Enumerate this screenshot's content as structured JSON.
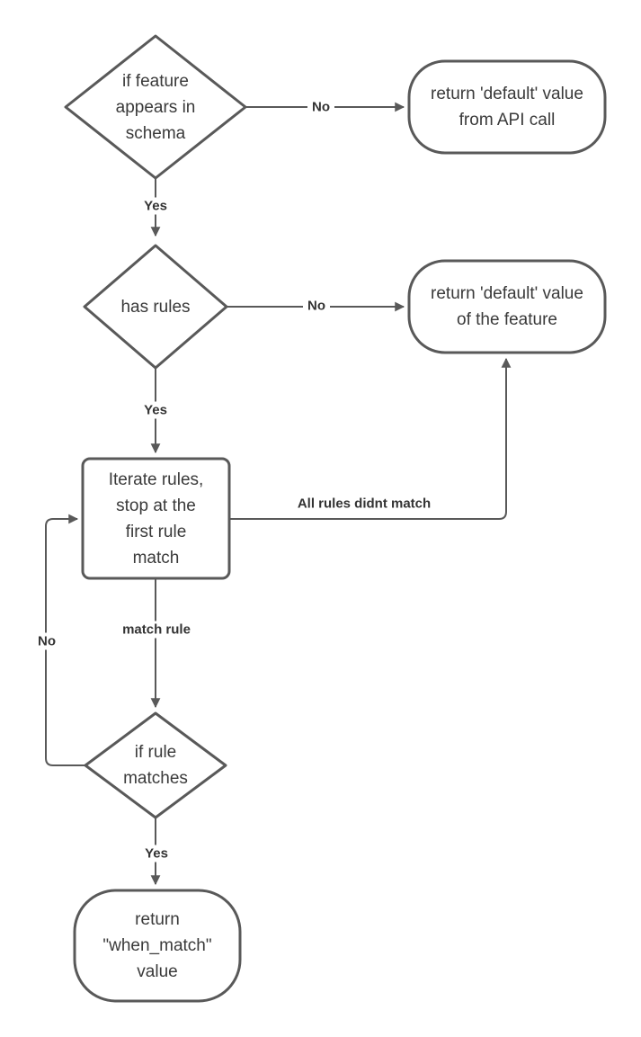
{
  "colors": {
    "shape_stroke": "#595959",
    "connector": "#595959",
    "node_text": "#3a3a3a",
    "edge_label_text": "#333333",
    "background": "#ffffff"
  },
  "nodes": {
    "if_feature_in_schema": {
      "type": "decision",
      "label": "if feature\nappears in\nschema"
    },
    "return_default_api": {
      "type": "terminator",
      "label": "return 'default' value\nfrom API call"
    },
    "has_rules": {
      "type": "decision",
      "label": "has rules"
    },
    "return_default_feature": {
      "type": "terminator",
      "label": "return 'default' value\nof the feature"
    },
    "iterate_rules": {
      "type": "process",
      "label": "Iterate rules,\nstop at the\nfirst rule\nmatch"
    },
    "if_rule_matches": {
      "type": "decision",
      "label": "if rule\nmatches"
    },
    "return_when_match": {
      "type": "terminator",
      "label": "return\n\"when_match\"\nvalue"
    }
  },
  "edges": {
    "feature_no": {
      "label": "No",
      "from": "if_feature_in_schema",
      "to": "return_default_api"
    },
    "feature_yes": {
      "label": "Yes",
      "from": "if_feature_in_schema",
      "to": "has_rules"
    },
    "rules_no": {
      "label": "No",
      "from": "has_rules",
      "to": "return_default_feature"
    },
    "rules_yes": {
      "label": "Yes",
      "from": "has_rules",
      "to": "iterate_rules"
    },
    "all_rules_didnt_match": {
      "label": "All rules didnt match",
      "from": "iterate_rules",
      "to": "return_default_feature"
    },
    "match_rule": {
      "label": "match rule",
      "from": "iterate_rules",
      "to": "if_rule_matches"
    },
    "rule_no": {
      "label": "No",
      "from": "if_rule_matches",
      "to": "iterate_rules"
    },
    "rule_yes": {
      "label": "Yes",
      "from": "if_rule_matches",
      "to": "return_when_match"
    }
  }
}
